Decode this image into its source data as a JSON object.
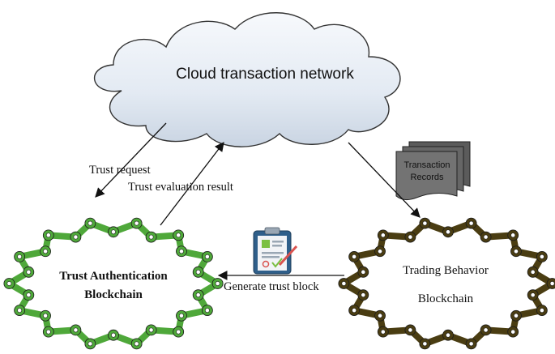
{
  "cloud": {
    "title": "Cloud transaction network"
  },
  "records": {
    "line1": "Transaction",
    "line2": "Records"
  },
  "arrows": {
    "trust_request": "Trust request",
    "trust_evaluation": "Trust evaluation result",
    "generate_block": "Generate trust block"
  },
  "left_chain": {
    "line1": "Trust Authentication",
    "line2": "Blockchain",
    "color": "#4fa83a"
  },
  "right_chain": {
    "line1": "Trading Behavior",
    "line2": "Blockchain",
    "color": "#4a3d12"
  },
  "colors": {
    "cloud_fill": "#e2eaf3",
    "records_fill": "#6f6f6f"
  },
  "icons": [
    "cloud-icon",
    "document-stack-icon",
    "clipboard-icon",
    "blockchain-ring-icon"
  ]
}
